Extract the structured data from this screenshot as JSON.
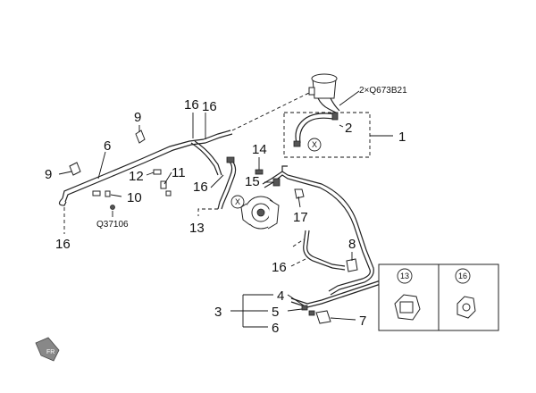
{
  "callouts": {
    "c1": "1",
    "c2": "2",
    "c3": "3",
    "c4": "4",
    "c5": "5",
    "c6a": "6",
    "c6b": "6",
    "c7": "7",
    "c8": "8",
    "c9a": "9",
    "c9b": "9",
    "c10": "10",
    "c11": "11",
    "c12": "12",
    "c13a": "13",
    "c14": "14",
    "c15": "15",
    "c16a": "16",
    "c16b": "16",
    "c16c": "16",
    "c16d": "16",
    "c16e": "16",
    "c17": "17"
  },
  "codes": {
    "bolt_qty": "2×Q673B21",
    "clip_code": "Q37106"
  },
  "markers": {
    "x1": "X",
    "x2": "X"
  },
  "legend": {
    "left": "13",
    "right": "16"
  },
  "front_mark": "FR"
}
